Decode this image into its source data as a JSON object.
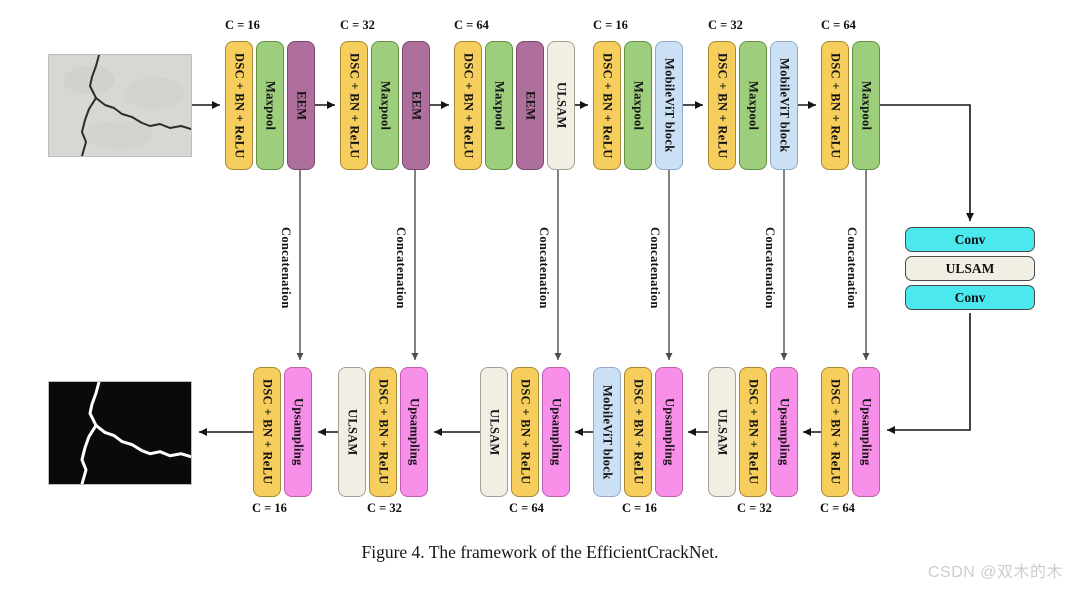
{
  "figure": {
    "caption": "Figure 4. The framework of the EfficientCrackNet.",
    "watermark": "CSDN @双木的木"
  },
  "colors": {
    "dsc_yellow": "#F5CE5D",
    "maxpool_green": "#9CCE7C",
    "eem_purple": "#AF6F9D",
    "ulsam_cream": "#F1EEE3",
    "mobilevit_blue": "#CBDFF5",
    "upsampling_pink": "#F88FE8",
    "conv_cyan": "#4BE8EE"
  },
  "diagram": {
    "input_image": "concrete-crack-photo",
    "output_image": "binary-crack-mask"
  },
  "encoder": {
    "groups": [
      {
        "channels": "C = 16",
        "blocks": [
          {
            "label": "DSC + BN + ReLU"
          },
          {
            "label": "Maxpool"
          },
          {
            "label": "EEM"
          }
        ]
      },
      {
        "channels": "C = 32",
        "blocks": [
          {
            "label": "DSC + BN + ReLU"
          },
          {
            "label": "Maxpool"
          },
          {
            "label": "EEM"
          }
        ]
      },
      {
        "channels": "C = 64",
        "blocks": [
          {
            "label": "DSC + BN + ReLU"
          },
          {
            "label": "Maxpool"
          },
          {
            "label": "EEM"
          },
          {
            "label": "ULSAM"
          }
        ]
      },
      {
        "channels": "C = 16",
        "blocks": [
          {
            "label": "DSC + BN + ReLU"
          },
          {
            "label": "Maxpool"
          },
          {
            "label": "MobileViT block"
          }
        ]
      },
      {
        "channels": "C = 32",
        "blocks": [
          {
            "label": "DSC + BN + ReLU"
          },
          {
            "label": "Maxpool"
          },
          {
            "label": "MobileViT block"
          }
        ]
      },
      {
        "channels": "C = 64",
        "blocks": [
          {
            "label": "DSC + BN + ReLU"
          },
          {
            "label": "Maxpool"
          }
        ]
      }
    ]
  },
  "bottleneck": {
    "blocks": [
      {
        "label": "Conv"
      },
      {
        "label": "ULSAM"
      },
      {
        "label": "Conv"
      }
    ]
  },
  "decoder": {
    "groups": [
      {
        "channels": "C = 16",
        "blocks": [
          {
            "label": "DSC + BN + ReLU"
          },
          {
            "label": "Upsampling"
          }
        ]
      },
      {
        "channels": "C = 32",
        "blocks": [
          {
            "label": "ULSAM"
          },
          {
            "label": "DSC + BN + ReLU"
          },
          {
            "label": "Upsampling"
          }
        ]
      },
      {
        "channels": "C = 64",
        "blocks": [
          {
            "label": "ULSAM"
          },
          {
            "label": "DSC + BN + ReLU"
          },
          {
            "label": "Upsampling"
          }
        ]
      },
      {
        "channels": "C = 16",
        "blocks": [
          {
            "label": "MobileViT block"
          },
          {
            "label": "DSC + BN + ReLU"
          },
          {
            "label": "Upsampling"
          }
        ]
      },
      {
        "channels": "C = 32",
        "blocks": [
          {
            "label": "ULSAM"
          },
          {
            "label": "DSC + BN + ReLU"
          },
          {
            "label": "Upsampling"
          }
        ]
      },
      {
        "channels": "C = 64",
        "blocks": [
          {
            "label": "DSC + BN + ReLU"
          },
          {
            "label": "Upsampling"
          }
        ]
      }
    ]
  },
  "skip": {
    "label": "Concatenation"
  }
}
